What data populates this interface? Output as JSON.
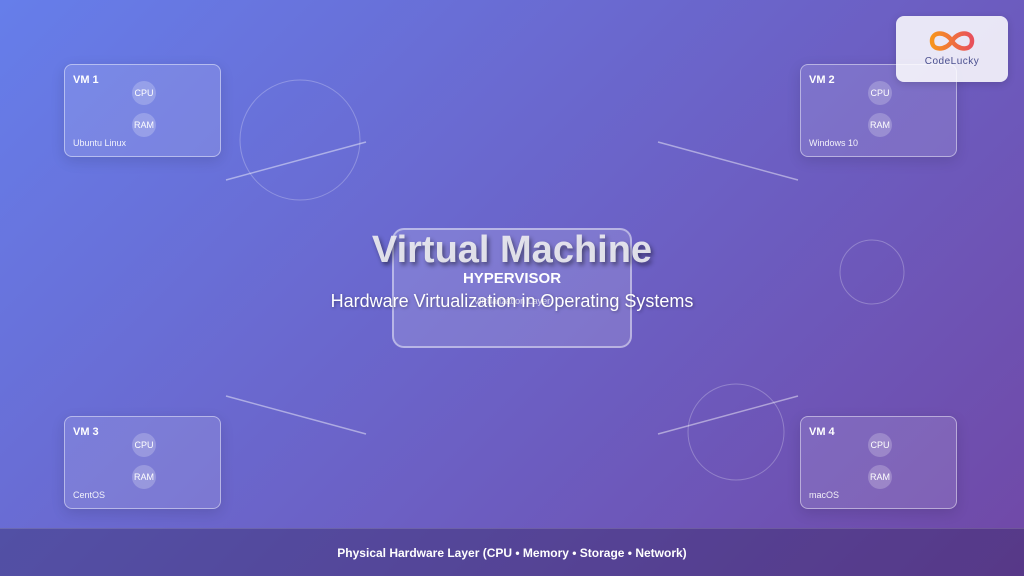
{
  "diagram": {
    "title": "Virtual Machine",
    "subtitle": "Hardware Virtualization in Operating Systems",
    "hypervisor": {
      "label": "HYPERVISOR",
      "sublabel": "Virtualization Layer"
    },
    "vms": [
      {
        "name": "VM 1",
        "cpu": "CPU",
        "ram": "RAM",
        "os": "Ubuntu Linux"
      },
      {
        "name": "VM 2",
        "cpu": "CPU",
        "ram": "RAM",
        "os": "Windows 10"
      },
      {
        "name": "VM 3",
        "cpu": "CPU",
        "ram": "RAM",
        "os": "CentOS"
      },
      {
        "name": "VM 4",
        "cpu": "CPU",
        "ram": "RAM",
        "os": "macOS"
      }
    ],
    "footer": "Physical Hardware Layer (CPU • Memory • Storage • Network)"
  },
  "logo": {
    "text": "CodeLucky",
    "icon": "infinity-logo-icon",
    "color_left": "#f7941d",
    "color_right": "#e8505b"
  },
  "colors": {
    "background_start": "#667eea",
    "background_end": "#7048a6"
  }
}
